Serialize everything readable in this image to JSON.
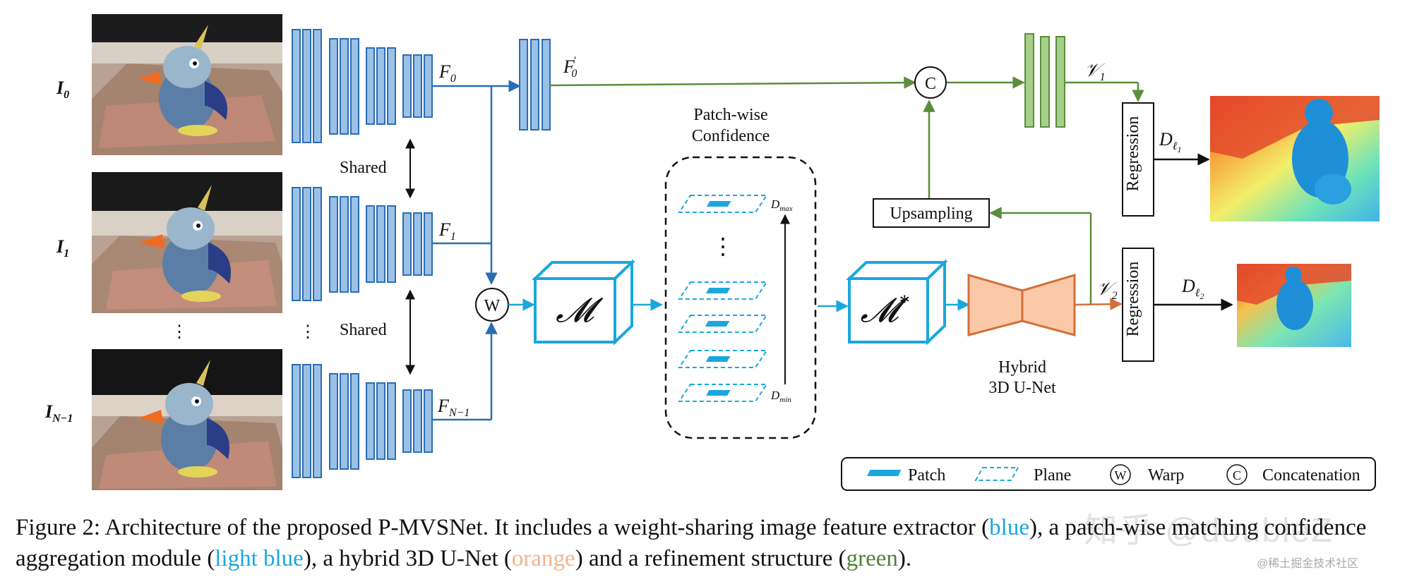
{
  "inputs": [
    {
      "sym": "I",
      "sub": "0"
    },
    {
      "sym": "I",
      "sub": "1"
    },
    {
      "sym": "I",
      "sub": "N−1"
    }
  ],
  "features": [
    {
      "sym": "F",
      "sub": "0"
    },
    {
      "sym": "F",
      "sub": "1"
    },
    {
      "sym": "F",
      "sub": "N−1"
    }
  ],
  "refined_feature": {
    "sym": "F",
    "sub": "0",
    "prime": "′"
  },
  "shared_label": "Shared",
  "ellipsis": "⋮",
  "warp_symbol": "W",
  "concat_symbol": "C",
  "cost_volume": "𝓜",
  "cost_volume_star": "𝓜",
  "star": "*",
  "confidence_title": [
    "Patch-wise",
    "Confidence"
  ],
  "d_max": {
    "sym": "D",
    "sub": "max"
  },
  "d_min": {
    "sym": "D",
    "sub": "min"
  },
  "unet_label": [
    "Hybrid",
    "3D U-Net"
  ],
  "upsampling_label": "Upsampling",
  "regression_label": "Regression",
  "v1": {
    "sym": "𝒱",
    "sub": "1"
  },
  "v2": {
    "sym": "𝒱",
    "sub": "2"
  },
  "depth1": {
    "sym": "D",
    "sub": "ℓ",
    "subsub": "1"
  },
  "depth2": {
    "sym": "D",
    "sub": "ℓ",
    "subsub": "2"
  },
  "legend": {
    "patch": "Patch",
    "plane": "Plane",
    "warp": "Warp",
    "concat": "Concatenation"
  },
  "caption": {
    "prefix": "Figure 2:  Architecture of the proposed P-MVSNet. It includes a weight-sharing image feature extractor (",
    "blue": "blue",
    "mid1": "), a patch-wise matching confidence aggregation module (",
    "light_blue": "light blue",
    "mid2": "), a hybrid 3D U-Net (",
    "orange": "orange",
    "mid3": ") and a refinement structure (",
    "green": "green",
    "suffix": ")."
  },
  "watermark": "知乎 @doubleZ",
  "watermark_small": "@稀土掘金技术社区",
  "colors": {
    "feature_blue": "#2a6db4",
    "feature_fill": "#9cc1e6",
    "light_blue": "#1aa7dd",
    "green": "#5b8d3c",
    "green_fill": "#a8cf8a",
    "orange": "#d2703a",
    "orange_fill": "#fbc9a7"
  }
}
